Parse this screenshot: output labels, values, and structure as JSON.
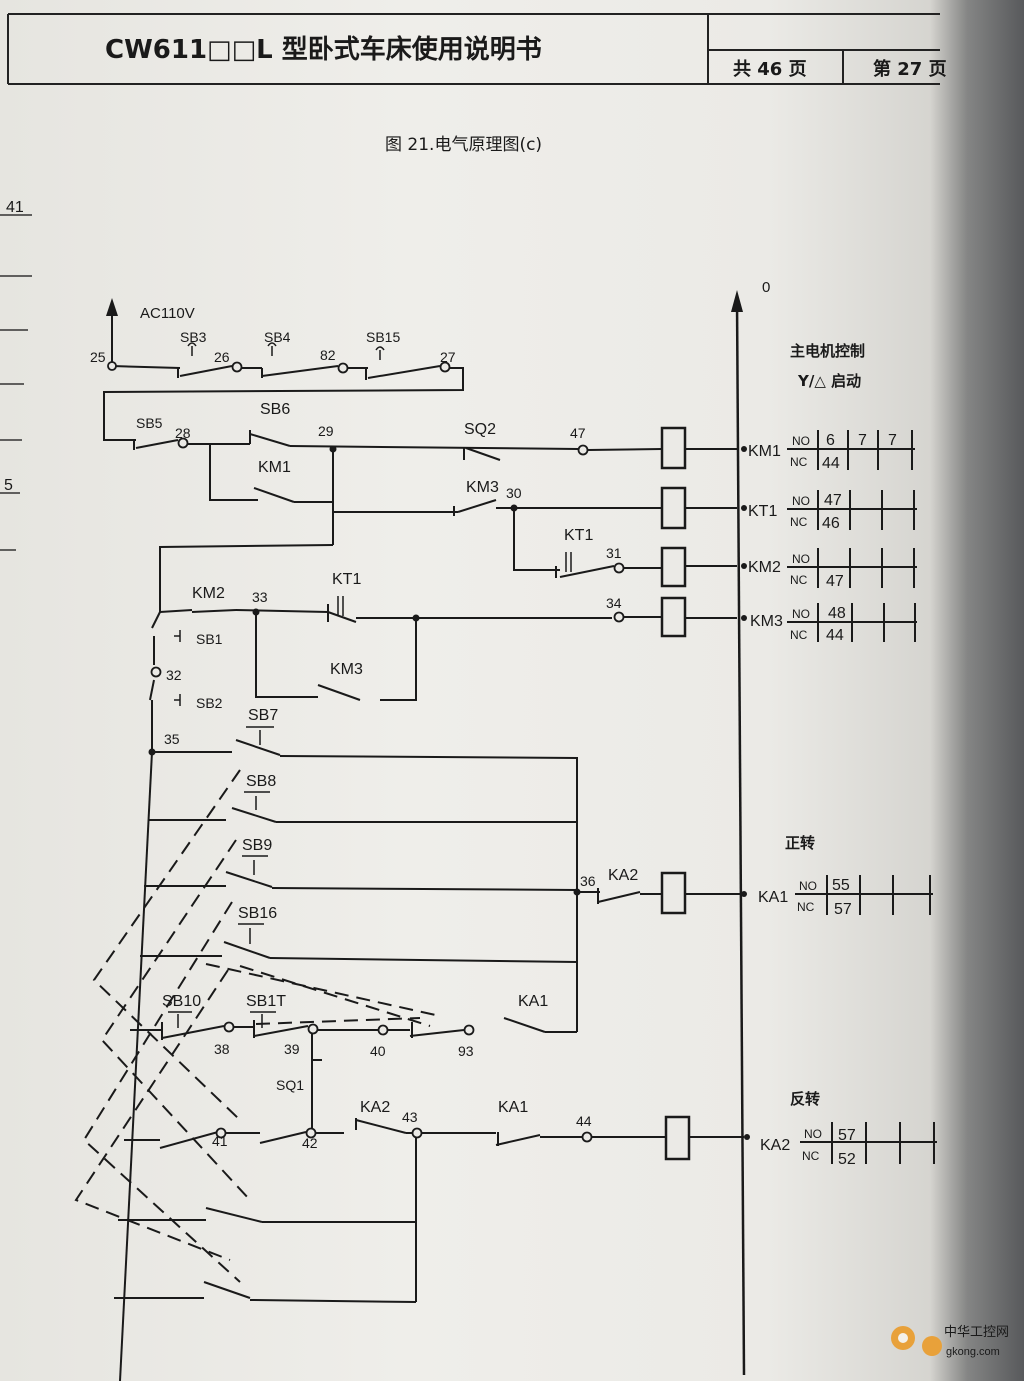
{
  "header": {
    "title": "CW611□□L 型卧式车床使用说明书",
    "total_pages": "共 46 页",
    "page_no": "第 27 页"
  },
  "figure_caption": "图 21.电气原理图(c)",
  "left_margin": {
    "num_top": "41",
    "num_mid": "5"
  },
  "supply": {
    "voltage": "AC110V",
    "zero": "0"
  },
  "sections": {
    "main_motor": "主电机控制",
    "star_delta": "Y/△ 启动",
    "forward": "正转",
    "reverse": "反转"
  },
  "components": {
    "sb3": "SB3",
    "sb4": "SB4",
    "sb15": "SB15",
    "sb5": "SB5",
    "sb6": "SB6",
    "sq2": "SQ2",
    "km1_contact": "KM1",
    "km3_contact": "KM3",
    "kt1_contact": "KT1",
    "km2_contact": "KM2",
    "kt1_contact2": "KT1",
    "km3_contact2": "KM3",
    "sb1": "SB1",
    "sb2": "SB2",
    "sb7": "SB7",
    "sb8": "SB8",
    "sb9": "SB9",
    "sb16": "SB16",
    "ka2_contact": "KA2",
    "ka1_contact": "KA1",
    "sb10": "SB10",
    "sb11": "SB1T",
    "sq1": "SQ1",
    "ka2_contact2": "KA2",
    "ka1_contact2": "KA1"
  },
  "nodes": {
    "n25": "25",
    "n26": "26",
    "n82": "82",
    "n27": "27",
    "n28": "28",
    "n29": "29",
    "n47": "47",
    "n30": "30",
    "n31": "31",
    "n33": "33",
    "n34": "34",
    "n32": "32",
    "n35": "35",
    "n36": "36",
    "n38": "38",
    "n39": "39",
    "n40": "40",
    "n93": "93",
    "n41": "41",
    "n42": "42",
    "n43": "43",
    "n44": "44"
  },
  "coils": [
    {
      "label": "KM1",
      "no": "NO",
      "nc": "NC",
      "no_vals": [
        "6",
        "7",
        "7"
      ],
      "nc_vals": [
        "44"
      ]
    },
    {
      "label": "KT1",
      "no": "NO",
      "nc": "NC",
      "no_vals": [
        "47"
      ],
      "nc_vals": [
        "46"
      ]
    },
    {
      "label": "KM2",
      "no": "NO",
      "nc": "NC",
      "no_vals": [],
      "nc_vals": [
        "47"
      ]
    },
    {
      "label": "KM3",
      "no": "NO",
      "nc": "NC",
      "no_vals": [
        "48"
      ],
      "nc_vals": [
        "44"
      ]
    },
    {
      "label": "KA1",
      "no": "NO",
      "nc": "NC",
      "no_vals": [
        "55"
      ],
      "nc_vals": [
        "57"
      ]
    },
    {
      "label": "KA2",
      "no": "NO",
      "nc": "NC",
      "no_vals": [
        "57"
      ],
      "nc_vals": [
        "52"
      ]
    }
  ],
  "watermark": {
    "site": "中华工控网",
    "url": "gkong.com"
  }
}
